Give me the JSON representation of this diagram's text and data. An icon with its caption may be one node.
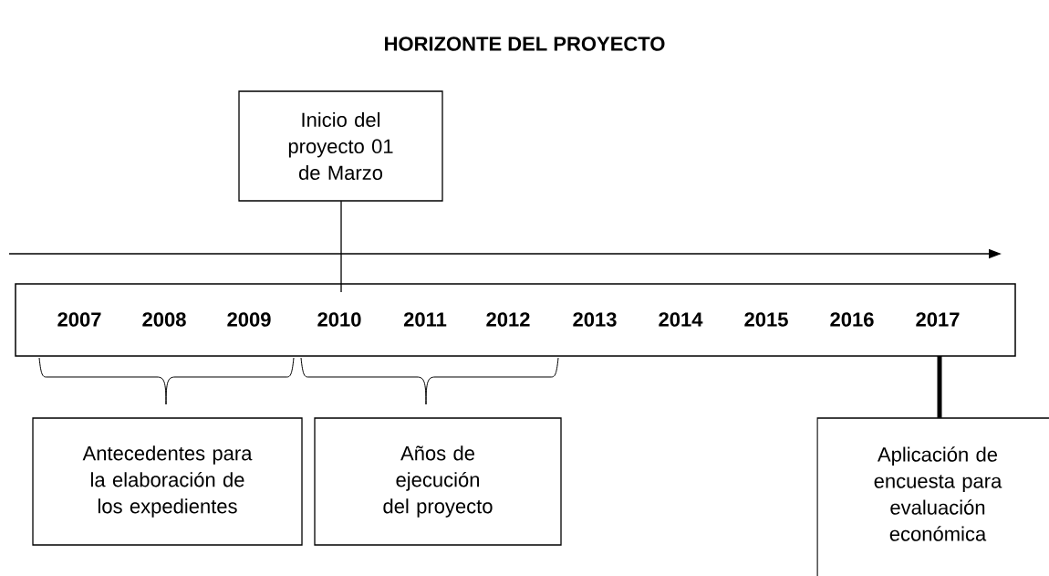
{
  "diagram": {
    "title": "HORIZONTE DEL PROYECTO",
    "nodes": [
      {
        "text": [
          "Inicio del proyecto 01 de Marzo"
        ]
      },
      {
        "text": [
          "2007",
          "2008",
          "2009",
          "2010",
          "2011",
          "2012",
          "2013",
          "2014",
          "2015",
          "2016",
          "2017"
        ]
      },
      {
        "text": [
          "Antecedentes para la elaboración de los expedientes"
        ]
      },
      {
        "text": [
          "Años de ejecución del proyecto"
        ]
      },
      {
        "text": [
          "Aplicación de encuesta para evaluación económica"
        ]
      }
    ],
    "edges": [
      {
        "from": 0,
        "to": 1,
        "arrow": "none"
      },
      {
        "from": 1,
        "to": 4,
        "arrow": "none",
        "style": "thick"
      }
    ]
  }
}
